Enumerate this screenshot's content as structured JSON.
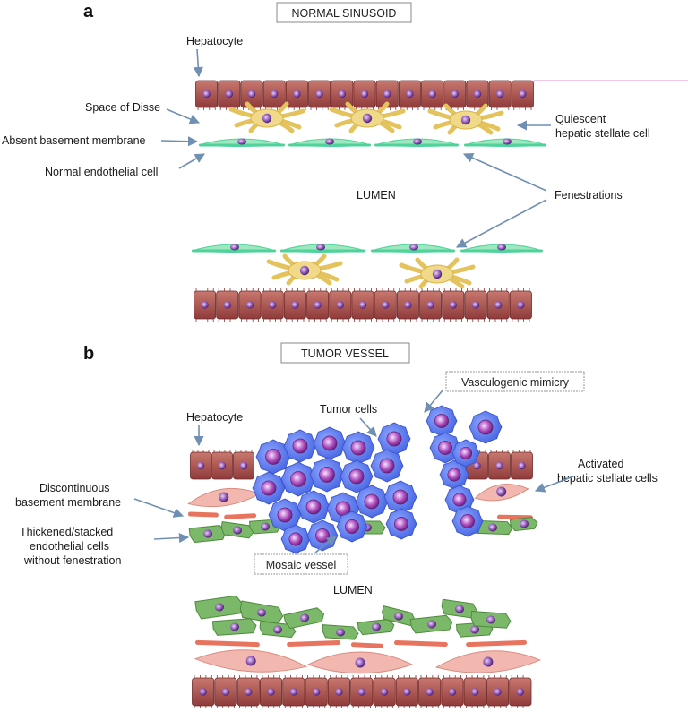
{
  "panel_a": {
    "letter": "a",
    "title": "NORMAL SINUSOID",
    "labels": {
      "hepatocyte": "Hepatocyte",
      "space_of_disse": "Space of Disse",
      "absent_basement_membrane": "Absent basement membrane",
      "normal_endothelial_cell": "Normal endothelial cell",
      "quiescent_hsc_line1": "Quiescent",
      "quiescent_hsc_line2": "hepatic stellate cell",
      "fenestrations": "Fenestrations",
      "lumen": "LUMEN"
    }
  },
  "panel_b": {
    "letter": "b",
    "title": "TUMOR VESSEL",
    "labels": {
      "hepatocyte": "Hepatocyte",
      "tumor_cells": "Tumor cells",
      "vasculogenic_mimicry": "Vasculogenic mimicry",
      "discontinuous_bm_line1": "Discontinuous",
      "discontinuous_bm_line2": "basement membrane",
      "thickened_line1": "Thickened/stacked",
      "thickened_line2": "endothelial cells",
      "thickened_line3": "without fenestration",
      "mosaic_vessel": "Mosaic vessel",
      "activated_hsc_line1": "Activated",
      "activated_hsc_line2": "hepatic stellate cells",
      "lumen": "LUMEN"
    }
  },
  "colors": {
    "hepatocyte": "#a34a4a",
    "nucleus": "#6a3a8a",
    "quiescent_stellate": "#f1d98a",
    "normal_endothelium": "#4fd39a",
    "tumor_cell": "#5a78e8",
    "activated_stellate": "#f2b8b0",
    "thick_endothelium": "#7cb86a",
    "basement_membrane": "#e8735e",
    "arrow": "#6f8fb3"
  }
}
